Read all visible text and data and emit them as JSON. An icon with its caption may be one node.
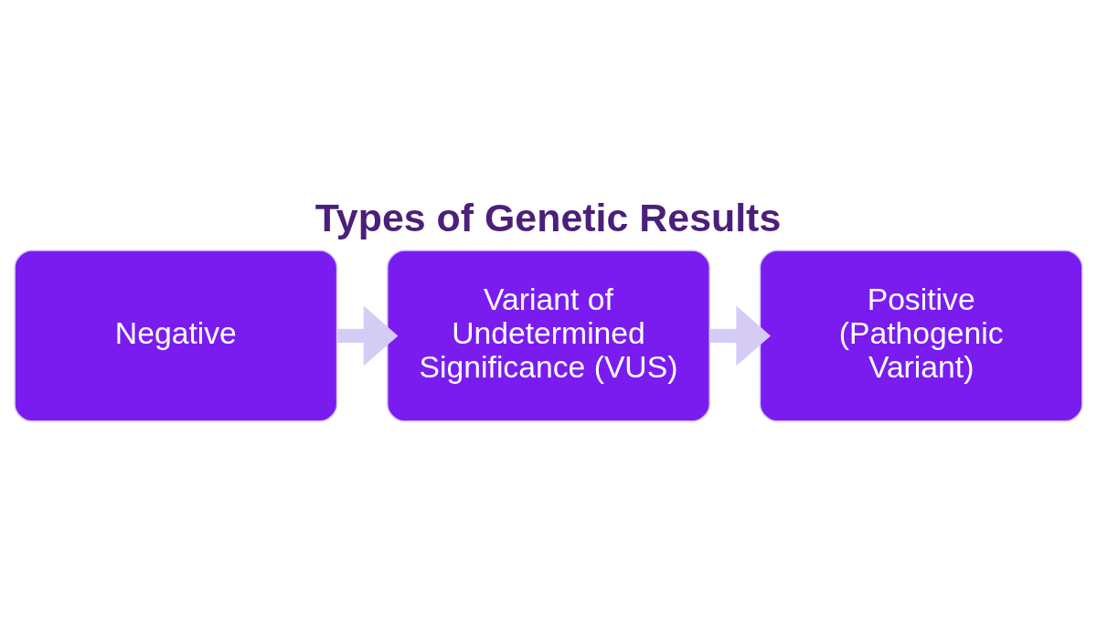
{
  "diagram": {
    "title": "Types of Genetic Results",
    "nodes": [
      {
        "text": [
          "Negative"
        ]
      },
      {
        "text": [
          "Variant of Undetermined Significance (VUS)"
        ]
      },
      {
        "text": [
          "Positive (Pathogenic Variant)"
        ]
      }
    ],
    "edges": [
      {
        "from": 0,
        "to": 1,
        "arrow": "to"
      },
      {
        "from": 1,
        "to": 2,
        "arrow": "to"
      }
    ]
  }
}
